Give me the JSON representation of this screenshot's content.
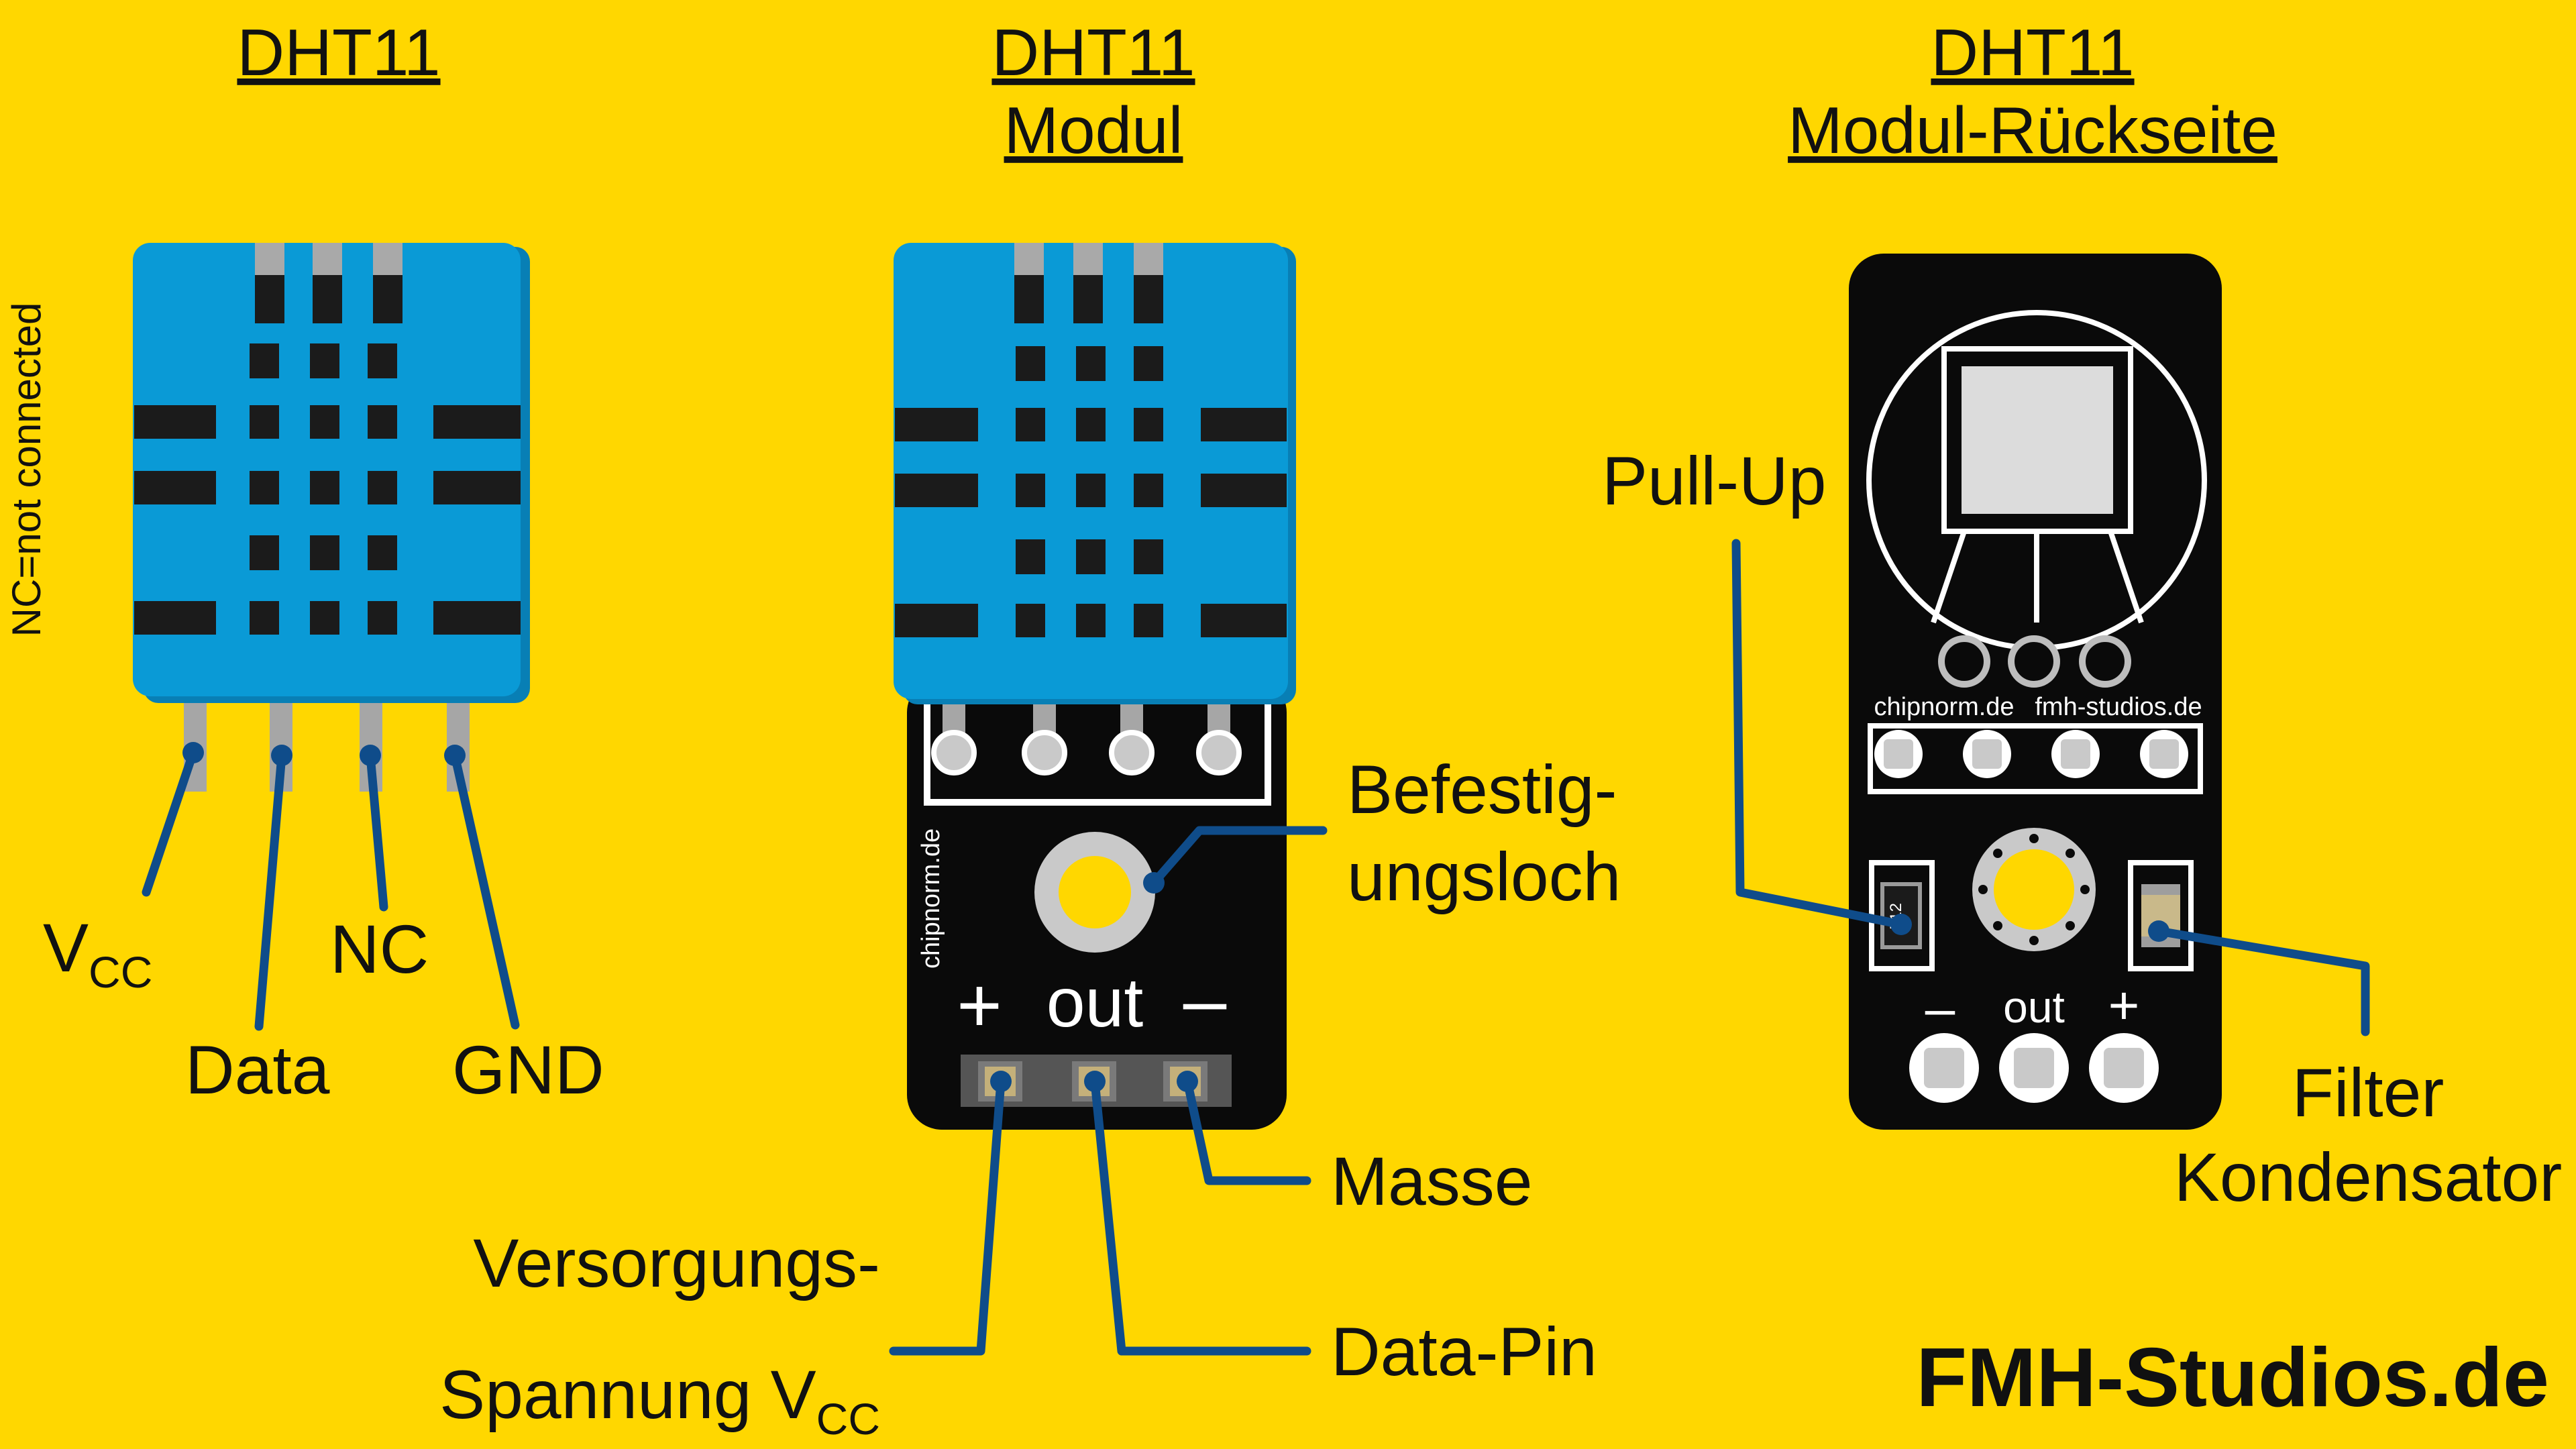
{
  "panels": {
    "sensor": {
      "title": "DHT11",
      "note": "NC=not connected",
      "pins": {
        "vcc_main": "V",
        "vcc_sub": "CC",
        "data": "Data",
        "nc": "NC",
        "gnd": "GND"
      }
    },
    "module": {
      "title_line1": "DHT11",
      "title_line2": "Modul",
      "silk_url": "chipnorm.de",
      "symbols": {
        "plus": "+",
        "out": "out",
        "minus": "–"
      },
      "labels": {
        "hole_line1": "Befestig-",
        "hole_line2": "ungsloch",
        "ground": "Masse",
        "data_pin": "Data-Pin",
        "supply_line1": "Versorgungs-",
        "supply_line2_main": "Spannung V",
        "supply_line2_sub": "CC"
      }
    },
    "backside": {
      "title_line1": "DHT11",
      "title_line2": "Modul-Rückseite",
      "silk_left": "chipnorm.de",
      "silk_right": "fmh-studios.de",
      "resistor_code": "512",
      "symbols": {
        "minus": "–",
        "out": "out",
        "plus": "+"
      },
      "labels": {
        "pullup": "Pull-Up",
        "filter_line1": "Filter",
        "filter_line2": "Kondensator"
      }
    }
  },
  "brand": "FMH-Studios.de",
  "colors": {
    "background": "#FFD700",
    "sensor_blue": "#0A9AD6",
    "pcb_black": "#0A0A0A",
    "leader_line": "#0F4C8A",
    "pin_gray": "#A6A6A6"
  }
}
